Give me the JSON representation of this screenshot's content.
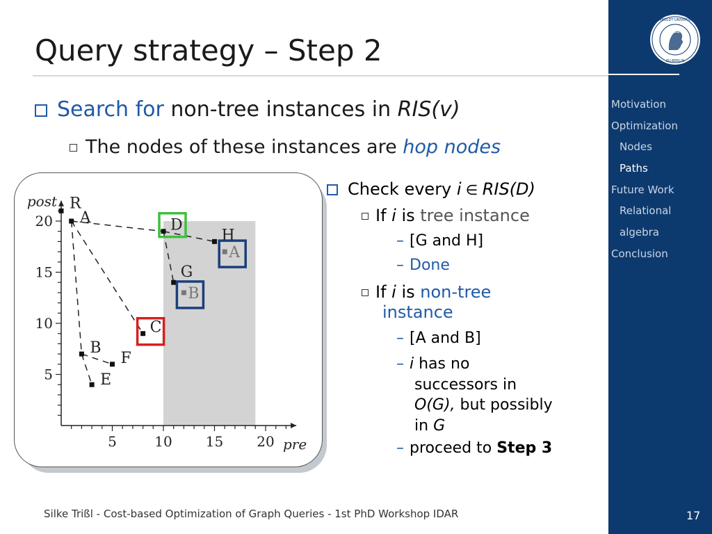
{
  "slide": {
    "title": "Query strategy – Step 2",
    "bullet1": {
      "accent": "Search for",
      "text": " non-tree instances in ",
      "italic": "RIS(v)"
    },
    "bullet2": {
      "text": "The nodes of these instances are ",
      "italic": "hop nodes"
    }
  },
  "sidebar": {
    "nav": [
      {
        "label": "Motivation",
        "indent": false,
        "active": false
      },
      {
        "label": "Optimization",
        "indent": false,
        "active": false
      },
      {
        "label": "Nodes",
        "indent": true,
        "active": false
      },
      {
        "label": "Paths",
        "indent": true,
        "active": true
      },
      {
        "label": "Future Work",
        "indent": false,
        "active": false
      },
      {
        "label": "Relational",
        "indent": true,
        "active": false
      },
      {
        "label": "algebra",
        "indent": true,
        "active": false
      },
      {
        "label": "Conclusion",
        "indent": false,
        "active": false
      }
    ]
  },
  "right": {
    "check": {
      "text": "Check every ",
      "i": "i",
      "elem": " ∈ ",
      "ris": "RIS(D)"
    },
    "if1": {
      "pre": "If ",
      "i": "i",
      "is": " is ",
      "accent": "tree instance"
    },
    "if1_sub1": "[G and H]",
    "if1_sub2": "Done",
    "if2": {
      "pre": "If ",
      "i": "i",
      "is": " is ",
      "accent1": "non-tree",
      "accent2": "instance"
    },
    "if2_sub1": "[A and B]",
    "if2_sub2": {
      "i": "i",
      "line1": " has no",
      "line2": "successors in",
      "og": "O(G),",
      "line3": " but possibly",
      "line4": "in ",
      "g": "G"
    },
    "if2_sub3": {
      "text": "proceed to ",
      "bold": "Step 3"
    }
  },
  "footer": {
    "text": "Silke Trißl - Cost-based Optimization of Graph Queries - 1st PhD Workshop IDAR",
    "page": "17"
  },
  "colors": {
    "sidebar": "#0d3a6e",
    "accent": "#1f5aa6",
    "highlight_green": "#3fbf3f",
    "highlight_red": "#d62020",
    "highlight_blue": "#1a3f7a",
    "shade": "#d3d3d3"
  },
  "chart_data": {
    "type": "scatter",
    "xlabel": "pre",
    "ylabel": "post",
    "xlim": [
      0,
      23
    ],
    "ylim": [
      0,
      22
    ],
    "xticks": [
      5,
      10,
      15,
      20
    ],
    "yticks": [
      5,
      10,
      15,
      20
    ],
    "shaded_region": {
      "x": [
        10,
        19
      ],
      "y": [
        0,
        20
      ]
    },
    "points": [
      {
        "label": "R",
        "x": 0,
        "y": 21
      },
      {
        "label": "A",
        "x": 1,
        "y": 20
      },
      {
        "label": "B",
        "x": 2,
        "y": 7
      },
      {
        "label": "E",
        "x": 3,
        "y": 4
      },
      {
        "label": "F",
        "x": 5,
        "y": 6
      },
      {
        "label": "C",
        "x": 8,
        "y": 9
      },
      {
        "label": "D",
        "x": 10,
        "y": 19
      },
      {
        "label": "G",
        "x": 11,
        "y": 14
      },
      {
        "label": "B",
        "x": 12,
        "y": 13,
        "ghost": true
      },
      {
        "label": "H",
        "x": 15,
        "y": 18
      },
      {
        "label": "A",
        "x": 16,
        "y": 17,
        "ghost": true
      }
    ],
    "edges": [
      [
        "A",
        "B"
      ],
      [
        "B",
        "E"
      ],
      [
        "B",
        "F"
      ],
      [
        "A",
        "C"
      ],
      [
        "A",
        "D"
      ],
      [
        "D",
        "H"
      ],
      [
        "D",
        "G"
      ]
    ],
    "highlights": [
      {
        "point": "D",
        "color": "green"
      },
      {
        "point": "C",
        "color": "red"
      },
      {
        "point": "B-ghost",
        "color": "blue"
      },
      {
        "point": "A-ghost",
        "color": "blue"
      }
    ]
  }
}
